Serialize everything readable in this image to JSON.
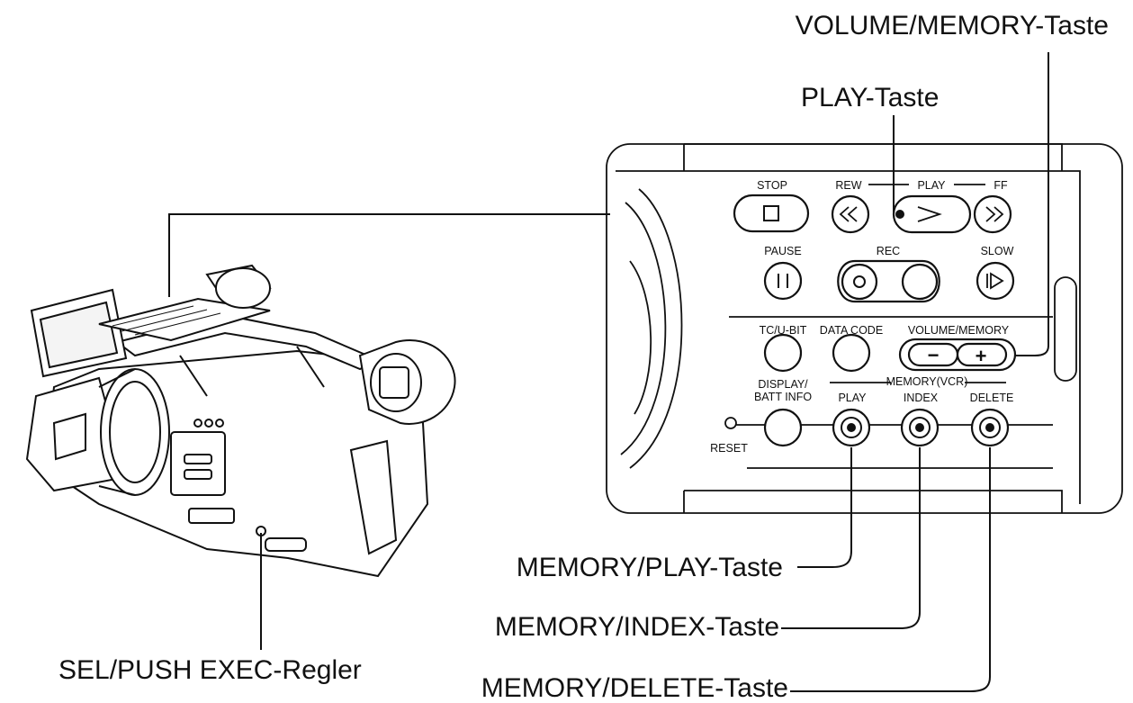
{
  "callouts": {
    "volume_memory": "VOLUME/MEMORY-Taste",
    "play": "PLAY-Taste",
    "memory_play": "MEMORY/PLAY-Taste",
    "memory_index": "MEMORY/INDEX-Taste",
    "memory_delete": "MEMORY/DELETE-Taste",
    "sel_push": "SEL/PUSH EXEC-Regler"
  },
  "panel": {
    "stop": "STOP",
    "rew": "REW",
    "play": "PLAY",
    "ff": "FF",
    "pause": "PAUSE",
    "rec": "REC",
    "slow": "SLOW",
    "tc_ubit": "TC/U-BIT",
    "data_code": "DATA CODE",
    "volume_memory": "VOLUME/MEMORY",
    "display_1": "DISPLAY/",
    "display_2": "BATT INFO",
    "memory_vcr": "MEMORY(VCR)",
    "mem_play": "PLAY",
    "mem_index": "INDEX",
    "mem_delete": "DELETE",
    "reset": "RESET",
    "minus": "−",
    "plus": "+"
  },
  "icons": [
    "camcorder-illustration",
    "stop-icon",
    "rewind-icon",
    "play-icon",
    "fast-forward-icon",
    "pause-icon",
    "record-icon",
    "slow-icon"
  ]
}
